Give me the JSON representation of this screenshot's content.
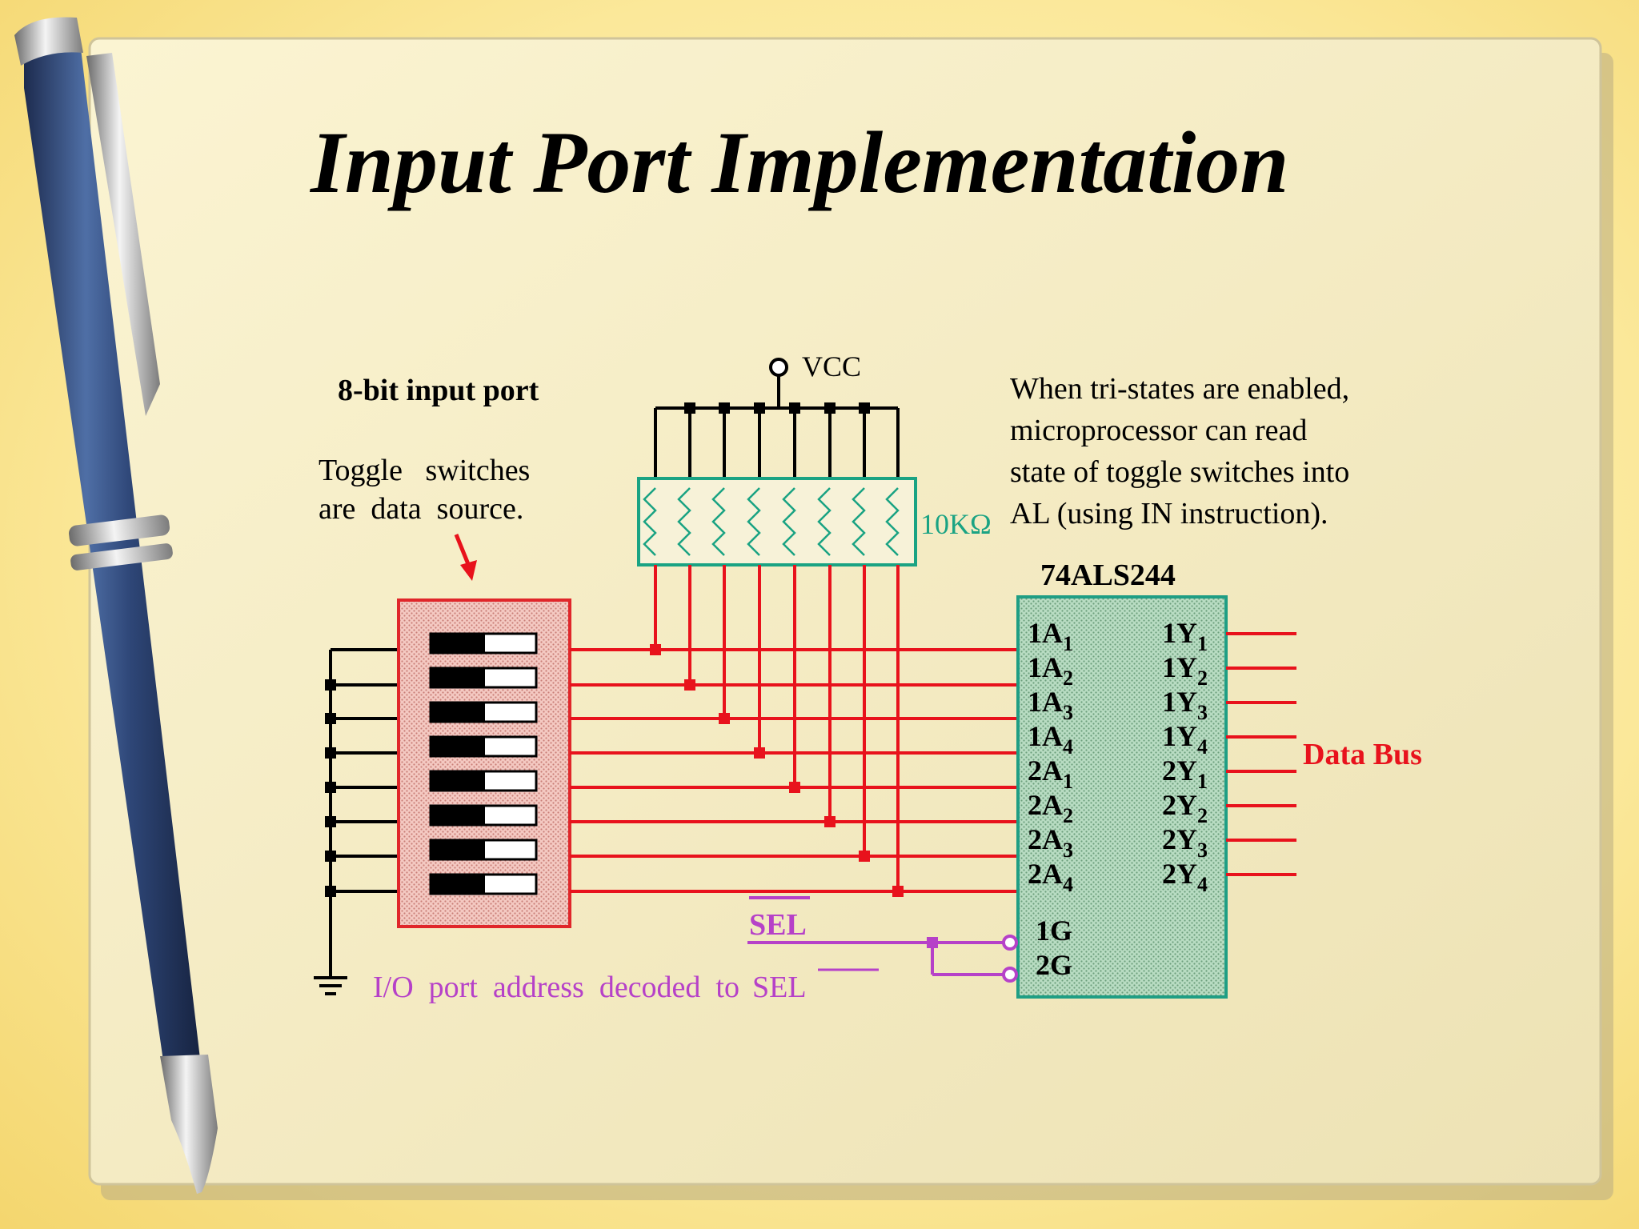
{
  "slide": {
    "title": "Input Port Implementation"
  },
  "diagram": {
    "port_heading": "8-bit input port",
    "toggle_line1": "Toggle   switches",
    "toggle_line2": "are  data  source.",
    "vcc_label": "VCC",
    "resistor_label": "10KΩ",
    "description": [
      "When  tri-states  are  enabled,",
      "microprocessor   can   read",
      "state  of  toggle  switches  into",
      "AL  (using  IN  instruction)."
    ],
    "chip_label": "74ALS244",
    "input_pins": [
      {
        "main": "1A",
        "sub": "1"
      },
      {
        "main": "1A",
        "sub": "2"
      },
      {
        "main": "1A",
        "sub": "3"
      },
      {
        "main": "1A",
        "sub": "4"
      },
      {
        "main": "2A",
        "sub": "1"
      },
      {
        "main": "2A",
        "sub": "2"
      },
      {
        "main": "2A",
        "sub": "3"
      },
      {
        "main": "2A",
        "sub": "4"
      }
    ],
    "output_pins": [
      {
        "main": "1Y",
        "sub": "1"
      },
      {
        "main": "1Y",
        "sub": "2"
      },
      {
        "main": "1Y",
        "sub": "3"
      },
      {
        "main": "1Y",
        "sub": "4"
      },
      {
        "main": "2Y",
        "sub": "1"
      },
      {
        "main": "2Y",
        "sub": "2"
      },
      {
        "main": "2Y",
        "sub": "3"
      },
      {
        "main": "2Y",
        "sub": "4"
      }
    ],
    "enable_pins": [
      "1G",
      "2G"
    ],
    "sel_label": "SEL",
    "data_bus_label": "Data Bus",
    "decode_text_prefix": "I/O  port  address  decoded  to",
    "decode_text_sel": "SEL",
    "colors": {
      "wire_red": "#e8121c",
      "wire_purple": "#b641c8",
      "chip_green": "#1f9e84",
      "resistor_green": "#1aa383",
      "switch_box_red": "#e0262a"
    }
  }
}
